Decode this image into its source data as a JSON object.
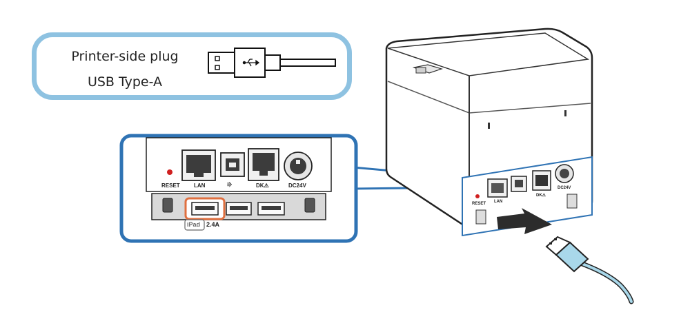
{
  "callout": {
    "line1": "Printer-side plug",
    "line2": "USB Type-A"
  },
  "panel": {
    "reset": "RESET",
    "lan": "LAN",
    "usb_symbol": "⭆",
    "dk": "DK⚠",
    "dc": "DC24V",
    "ipad": "iPad",
    "amp": "2.4A"
  },
  "printer": {
    "reset": "RESET",
    "lan": "LAN",
    "dk": "DK⚠",
    "dc": "DC24V"
  },
  "colors": {
    "accent_blue": "#2f73b4",
    "callout_border": "#8ec2e1",
    "cable_blue": "#a9d8ea",
    "highlight_orange": "#e07040",
    "reset_red": "#d02020"
  }
}
